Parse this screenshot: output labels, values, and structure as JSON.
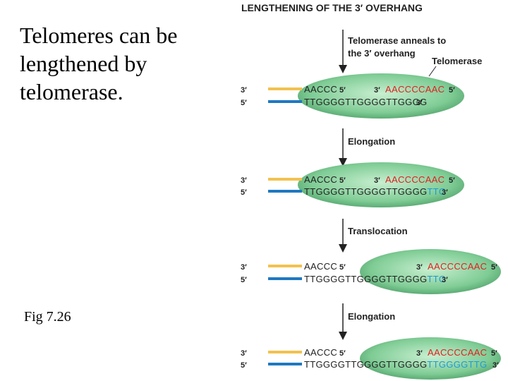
{
  "slide": {
    "title": "Telomeres can be lengthened by telomerase.",
    "caption": "Fig 7.26"
  },
  "diagram": {
    "title": "LENGTHENING OF THE 3′ OVERHANG",
    "telomerase_label": "Telomerase",
    "step_labels": {
      "anneal_line1": "Telomerase anneals to",
      "anneal_line2": "the 3′ overhang",
      "elongation": "Elongation",
      "translocation": "Translocation"
    },
    "prime_3": "3′",
    "prime_5": "5′",
    "panels": [
      {
        "top_seq": "AACCC",
        "bottom_black": "TTGGGGTTGGGGTTGGGG",
        "bottom_blue": "",
        "rna_seq": "AACCCCAAC"
      },
      {
        "top_seq": "AACCC",
        "bottom_black": "TTGGGGTTGGGGTTGGGG",
        "bottom_blue": "TTG",
        "rna_seq": "AACCCCAAC"
      },
      {
        "top_seq": "AACCC",
        "bottom_black": "TTGGGGTTGGGGTTGGGG",
        "bottom_blue": "TTG",
        "rna_seq": "AACCCCAAC"
      },
      {
        "top_seq": "AACCC",
        "bottom_black": "TTGGGGTTGGGGTTGGGG",
        "bottom_blue": "TTGGGGTTG",
        "rna_seq": "AACCCCAAC"
      }
    ],
    "colors": {
      "top_strand": "#f2c14e",
      "bottom_strand": "#1f78c1",
      "rna": "#e02020",
      "new_dna": "#1f9ad6",
      "enzyme": "#8fd3a0"
    }
  }
}
